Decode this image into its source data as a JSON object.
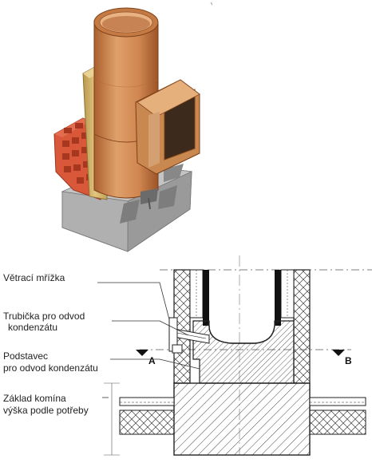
{
  "colors": {
    "ceramic_flue": "#d2894f",
    "insulation": "#d8b86a",
    "brick": "#d9583a",
    "concrete": "#a8a8a8",
    "line": "#222222"
  },
  "labels": {
    "vent_grille": "Větrací mřížka",
    "condensate_tube_line1": "Trubička pro odvod",
    "condensate_tube_line2": "kondenzátu",
    "condensate_base_line1": "Podstavec",
    "condensate_base_line2": "pro odvod kondenzátu",
    "foundation_line1": "Základ komína",
    "foundation_line2": "výška podle potřeby",
    "section_a": "A",
    "section_b": "B"
  }
}
